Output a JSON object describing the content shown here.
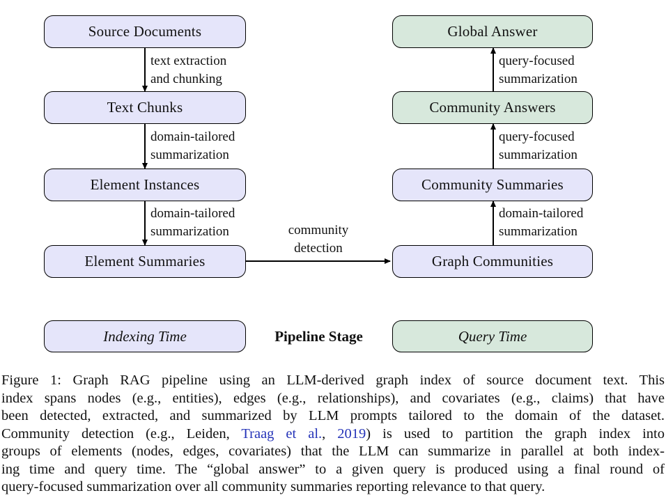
{
  "diagram": {
    "left_nodes": [
      "Source Documents",
      "Text Chunks",
      "Element Instances",
      "Element Summaries"
    ],
    "right_nodes": [
      "Global Answer",
      "Community Answers",
      "Community Summaries",
      "Graph Communities"
    ],
    "left_edges": [
      {
        "l1": "text extraction",
        "l2": "and chunking"
      },
      {
        "l1": "domain-tailored",
        "l2": "summarization"
      },
      {
        "l1": "domain-tailored",
        "l2": "summarization"
      }
    ],
    "right_edges": [
      {
        "l1": "query-focused",
        "l2": "summarization"
      },
      {
        "l1": "query-focused",
        "l2": "summarization"
      },
      {
        "l1": "domain-tailored",
        "l2": "summarization"
      }
    ],
    "cross_edge": {
      "l1": "community",
      "l2": "detection"
    },
    "legend": {
      "indexing": "Indexing Time",
      "stage": "Pipeline Stage",
      "query": "Query Time"
    },
    "colors": {
      "indexing_fill": "#E5E5FA",
      "query_fill": "#D7E8DC",
      "edge": "#000000",
      "citation_blue": "#2433B8"
    }
  },
  "caption": {
    "line1": "Figure 1: Graph RAG pipeline using an LLM-derived graph index of source document text. This",
    "line2": "index spans nodes (e.g., entities), edges (e.g., relationships), and covariates (e.g., claims) that have",
    "line3": "been detected, extracted, and summarized by LLM prompts tailored to the domain of the dataset.",
    "line4_pre": "Community detection (e.g., Leiden, ",
    "line4_cite1": "Traag et al.",
    "line4_sep": ", ",
    "line4_cite2": "2019",
    "line4_post": ") is used to partition the graph index into",
    "line5": "groups of elements (nodes, edges, covariates) that the LLM can summarize in parallel at both index-",
    "line6": "ing time and query time. The “global answer” to a given query is produced using a final round of",
    "line7": "query-focused summarization over all community summaries reporting relevance to that query."
  }
}
